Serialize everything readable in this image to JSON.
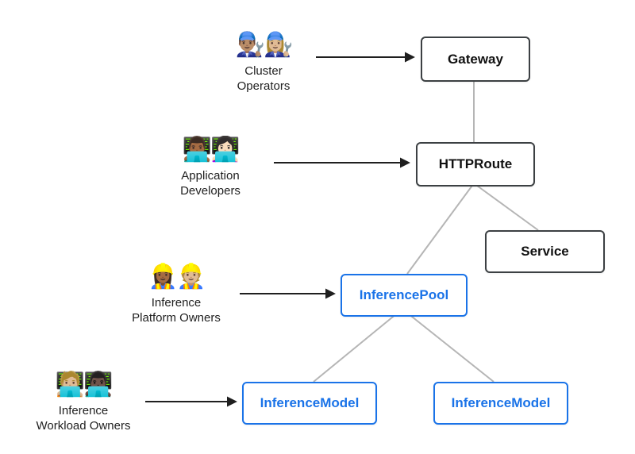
{
  "colors": {
    "node-dark-border": "#3c4043",
    "node-dark-text": "#111111",
    "node-blue": "#1a73e8",
    "connector": "#b5b5b5",
    "arrow": "#1f1f1f",
    "background": "#ffffff",
    "label-text": "#212121"
  },
  "actors": {
    "cluster_operators": {
      "emoji": "👨🏽‍🔧👩🏼‍🔧",
      "label_line1": "Cluster",
      "label_line2": "Operators"
    },
    "application_developers": {
      "emoji": "👨🏾‍💻👩🏻‍💻",
      "label_line1": "Application",
      "label_line2": "Developers"
    },
    "inference_platform_owners": {
      "emoji": "👷🏾‍♀️👷🏼",
      "label_line1": "Inference",
      "label_line2": "Platform Owners"
    },
    "inference_workload_owners": {
      "emoji": "🧑🏼‍💻👨🏿‍💻",
      "label_line1": "Inference",
      "label_line2": "Workload Owners"
    }
  },
  "nodes": {
    "gateway": {
      "label": "Gateway"
    },
    "httproute": {
      "label": "HTTPRoute"
    },
    "service": {
      "label": "Service"
    },
    "inference_pool": {
      "label": "InferencePool"
    },
    "inference_model_left": {
      "label": "InferenceModel"
    },
    "inference_model_right": {
      "label": "InferenceModel"
    }
  }
}
